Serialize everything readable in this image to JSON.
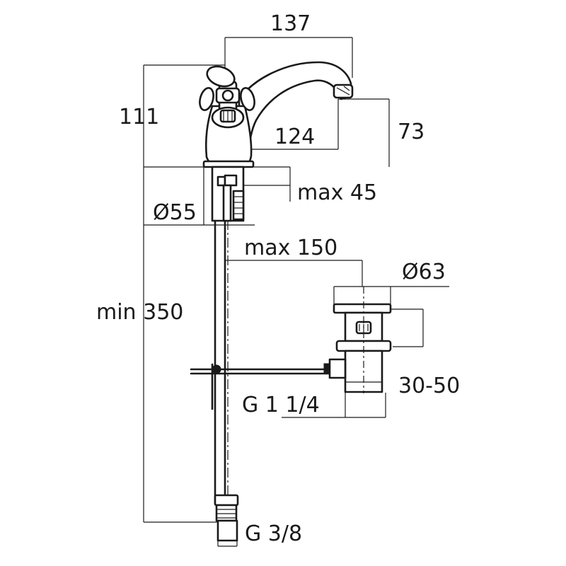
{
  "dimensions": {
    "width_overall": "137",
    "height_overall": "111",
    "spout_reach": "124",
    "spout_height": "73",
    "deck_thickness_max": "max 45",
    "base_diameter": "Ø55",
    "rod_length_max": "max 150",
    "waste_flange_diameter": "Ø63",
    "supply_hose_min": "min 350",
    "waste_thread": "G 1 1/4",
    "waste_height_range": "30-50",
    "supply_thread": "G 3/8"
  },
  "colors": {
    "line": "#1a1a1a",
    "background": "#ffffff"
  }
}
